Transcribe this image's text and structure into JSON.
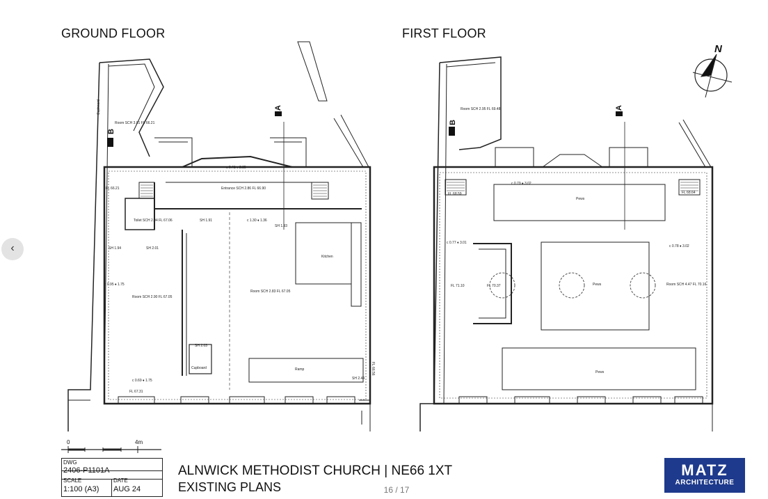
{
  "viewer": {
    "prev_icon": "‹",
    "page_counter": "16 / 17"
  },
  "plans": {
    "ground": {
      "title": "GROUND FLOOR",
      "labels": {
        "cupboard_top": "Cupboard",
        "room_nw": "Room SCH 3.01 FL 66.21",
        "entrance": "Entrance SCH 2.86 FL 66.90",
        "toilet": "Toilet SCH 2.94 FL 67.06",
        "kitchen": "Kitchen",
        "room_w": "Room SCH 2.90 FL 67.05",
        "room_main": "Room SCH 2.83 FL 67.05",
        "cupboard_low": "Cupboard",
        "ramp": "Ramp",
        "fl_west": "FL 66.21",
        "fl_south": "FL 67.31",
        "fl_east": "FL 66.56",
        "sill_1": "c 0.95 ♦ 1.75",
        "sill_2": "c 0.69 ♦ 1.75",
        "sill_3": "c 1.30 ♦ 1.36",
        "sill_4": "c 0.41 ♦ 2.35",
        "head_1": "SH 1.94",
        "head_2": "SH 2.01",
        "head_3": "SH 1.91",
        "head_4": "SH 2.03",
        "head_5": "SH 1.93",
        "head_6": "SH 2.44",
        "section_a": "A",
        "section_b": "B"
      }
    },
    "first": {
      "title": "FIRST FLOOR",
      "labels": {
        "room_nw": "Room SCH 2.95 FL 69.48",
        "pews_top": "Pews",
        "pews_mid": "Pews",
        "pews_bottom": "Pews",
        "room_e": "Room SCH 4.47 FL 70.16",
        "fl_w1": "FL 68.59",
        "fl_e1": "FL 68.64",
        "fl_west": "FL 71.10",
        "fl_mid": "FL 70.37",
        "sill_1": "c 0.79 ♦ 3.02",
        "sill_2": "c 0.77 ♦ 3.01",
        "sill_3": "c 0.78 ♦ 3.02",
        "section_a": "A",
        "section_b": "B",
        "north": "N"
      }
    }
  },
  "scale_bar": {
    "start": "0",
    "end": "4m"
  },
  "title_block": {
    "dwg_label": "DWG",
    "dwg_value": "2406-P1101A",
    "scale_label": "SCALE",
    "scale_value": "1:100 (A3)",
    "date_label": "DATE",
    "date_value": "AUG 24"
  },
  "project": {
    "title": "ALNWICK METHODIST CHURCH | NE66 1XT",
    "subtitle": "EXISTING PLANS"
  },
  "logo": {
    "line1": "MATZ",
    "line2": "ARCHITECTURE",
    "background": "#1e3a8c"
  }
}
